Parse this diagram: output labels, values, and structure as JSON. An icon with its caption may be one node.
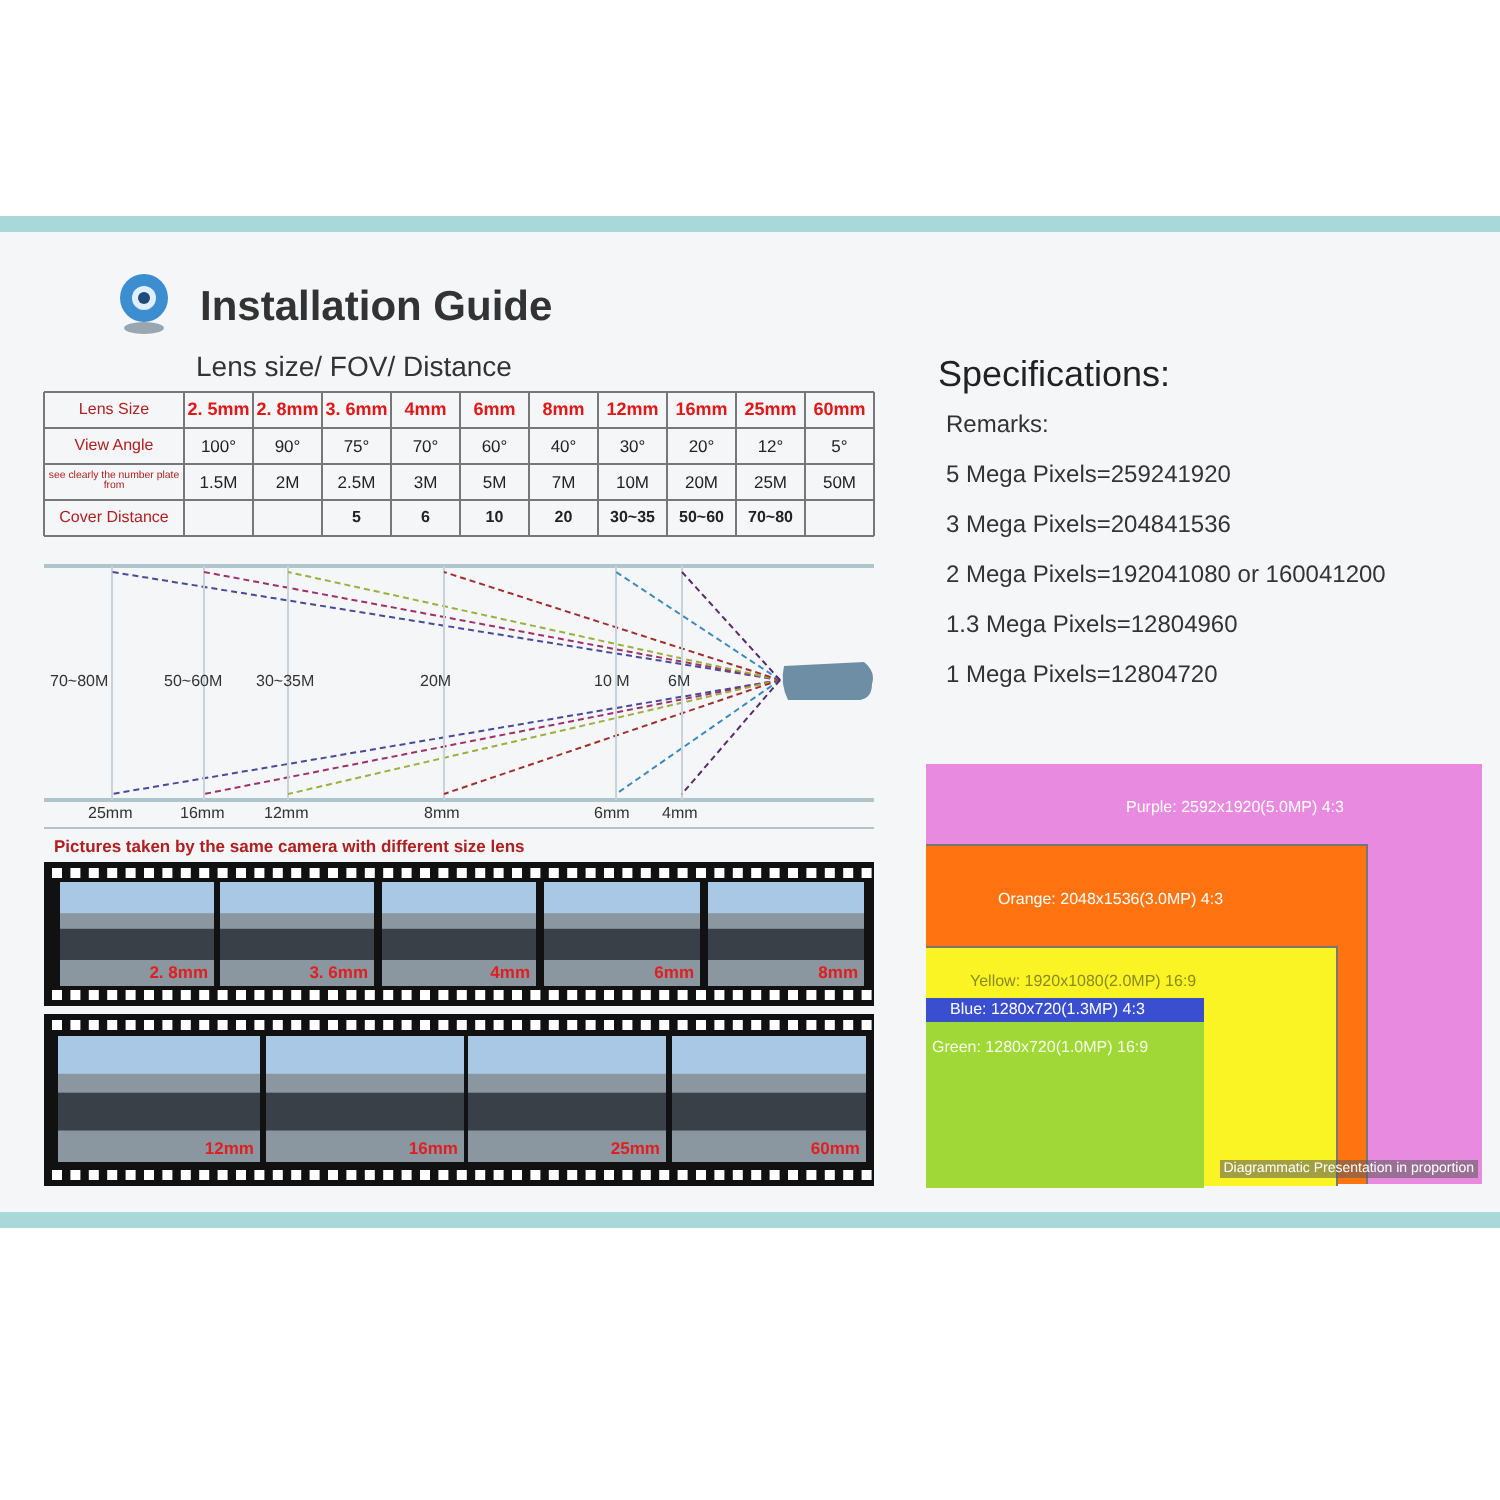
{
  "diagram": {
    "title": "Installation Guide",
    "nodes": [
      {
        "text": [
          "Purple: 2592x1920(5.0MP)  4:3"
        ]
      },
      {
        "text": [
          "Orange: 2048x1536(3.0MP)  4:3"
        ],
        "in": 0
      },
      {
        "text": [
          "Yellow: 1920x1080(2.0MP)  16:9"
        ],
        "in": 1
      },
      {
        "text": [
          "Blue: 1280x720(1.3MP)  4:3"
        ],
        "in": 2
      },
      {
        "text": [
          "Green: 1280x720(1.0MP)  16:9"
        ],
        "in": 2
      }
    ],
    "labels": [
      "Lens size/ FOV/ Distance",
      "Lens Size",
      "2. 5mm",
      "2. 8mm",
      "3. 6mm",
      "4mm",
      "6mm",
      "8mm",
      "12mm",
      "16mm",
      "25mm",
      "60mm",
      "View Angle",
      "100°",
      "90°",
      "75°",
      "70°",
      "60°",
      "40°",
      "30°",
      "20°",
      "12°",
      "5°",
      "see clearly the number plate from",
      "1.5M",
      "2M",
      "2.5M",
      "3M",
      "5M",
      "7M",
      "10M",
      "20M",
      "25M",
      "50M",
      "Cover Distance",
      "5",
      "6",
      "10",
      "20",
      "30~35",
      "50~60",
      "70~80",
      "70~80M",
      "50~60M",
      "30~35M",
      "20M",
      "10 M",
      "6M",
      "25mm",
      "16mm",
      "12mm",
      "8mm",
      "6mm",
      "4mm",
      "Pictures taken by the same camera with different size lens",
      "2. 8mm",
      "3. 6mm",
      "4mm",
      "6mm",
      "8mm",
      "12mm",
      "16mm",
      "25mm",
      "60mm",
      "Specifications:",
      "Remarks:",
      "5 Mega Pixels=259241920",
      "3 Mega Pixels=204841536",
      "2 Mega Pixels=192041080 or 160041200",
      "1.3 Mega Pixels=12804960",
      "1 Mega Pixels=12804720",
      "Diagrammatic Presentation in proportion"
    ]
  }
}
